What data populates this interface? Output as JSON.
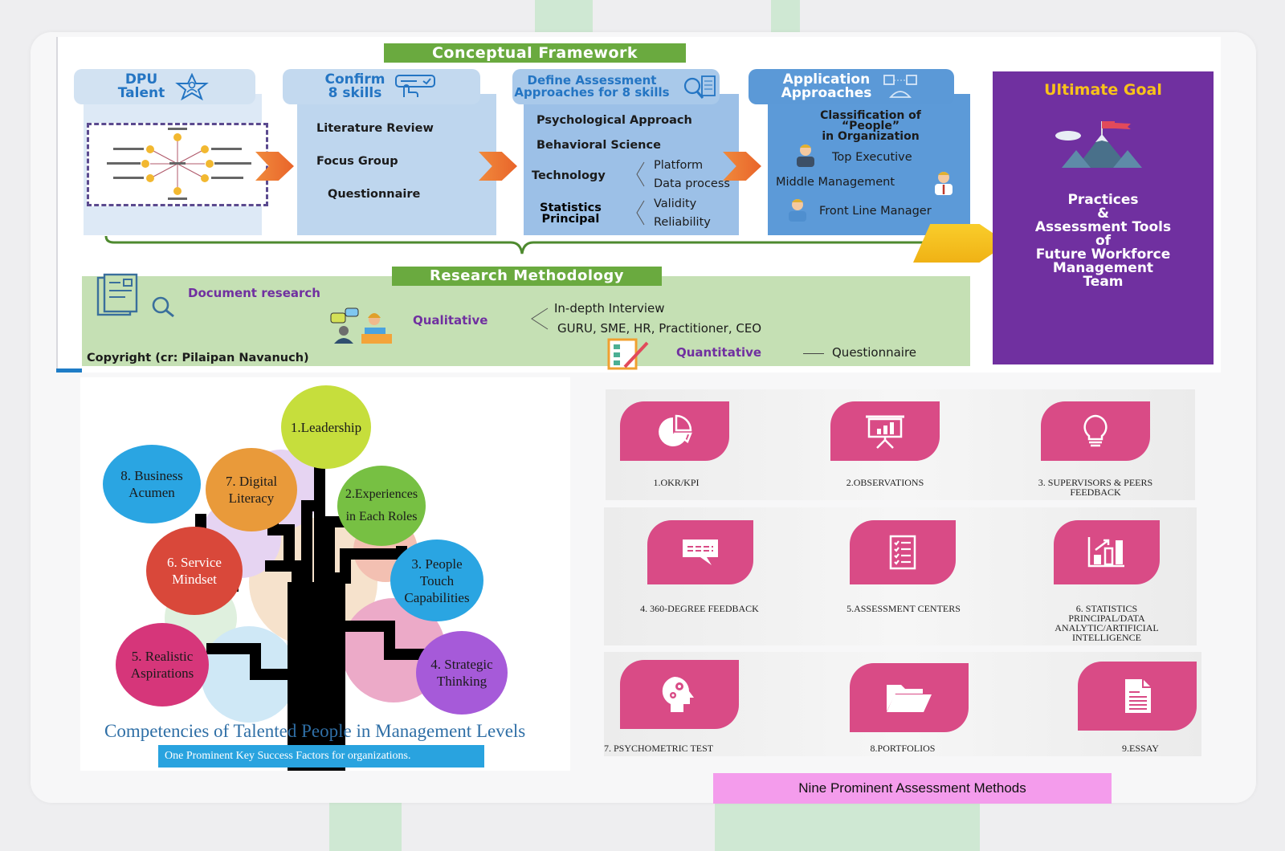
{
  "framework": {
    "title": "Conceptual Framework",
    "columns": [
      {
        "header": [
          "DPU",
          "Talent"
        ],
        "icon": "star-person-icon"
      },
      {
        "header": [
          "Confirm",
          "8 skills"
        ],
        "icon": "touch-form-icon",
        "items": [
          "Literature Review",
          "Focus Group",
          "Questionnaire"
        ]
      },
      {
        "header": [
          "Define Assessment",
          "Approaches for 8 skills"
        ],
        "icon": "search-document-icon",
        "items": {
          "psychological": "Psychological Approach",
          "behavioral": "Behavioral Science",
          "technology": "Technology",
          "technology_sub": [
            "Platform",
            "Data process"
          ],
          "statistics": [
            "Statistics",
            "Principal"
          ],
          "statistics_sub": [
            "Validity",
            "Reliability"
          ]
        }
      },
      {
        "header": [
          "Application",
          "Approaches"
        ],
        "icon": "network-people-icon",
        "classification": [
          "Classification of",
          "“People”",
          "in Organization"
        ],
        "levels": [
          "Top Executive",
          "Middle Management",
          "Front Line Manager"
        ]
      }
    ],
    "goal": {
      "title": "Ultimate Goal",
      "icon": "mountain-flag-icon",
      "body": [
        "Practices",
        "&",
        "Assessment Tools",
        "of",
        "Future Workforce",
        "Management",
        "Team"
      ]
    },
    "research": {
      "title": "Research Methodology",
      "document": "Document research",
      "qualitative": "Qualitative",
      "qualitative_items": [
        "In-depth Interview",
        "GURU, SME, HR, Practitioner, CEO"
      ],
      "quantitative": "Quantitative",
      "quantitative_item": "Questionnaire",
      "copyright": "Copyright (cr: Pilaipan Navanuch)"
    }
  },
  "tree": {
    "competencies": [
      {
        "label": [
          "1.Leadership"
        ],
        "color": "#c6de3c"
      },
      {
        "label": [
          "2.Experiences",
          "in Each Roles"
        ],
        "color": "#77c043"
      },
      {
        "label": [
          "3. People",
          "Touch",
          "Capabilities"
        ],
        "color": "#2aa5e2"
      },
      {
        "label": [
          "4. Strategic",
          "Thinking"
        ],
        "color": "#a65ad9"
      },
      {
        "label": [
          "5. Realistic",
          "Aspirations"
        ],
        "color": "#d6367a"
      },
      {
        "label": [
          "6. Service",
          "Mindset"
        ],
        "color": "#d9483a"
      },
      {
        "label": [
          "7. Digital",
          "Literacy"
        ],
        "color": "#e99a3a"
      },
      {
        "label": [
          "8. Business",
          "Acumen"
        ],
        "color": "#2aa5e2"
      }
    ],
    "caption": "Competencies of  Talented People in  Management Levels",
    "subcaption": "One Prominent Key Success Factors for organizations."
  },
  "methods": {
    "items": [
      {
        "label": [
          "1.OKR/KPI"
        ],
        "icon": "pie-chart-icon"
      },
      {
        "label": [
          "2.OBSERVATIONS"
        ],
        "icon": "presentation-board-icon"
      },
      {
        "label": [
          "3. SUPERVISORS & PEERS",
          "FEEDBACK"
        ],
        "icon": "lightbulb-icon"
      },
      {
        "label": [
          "4. 360-DEGREE FEEDBACK"
        ],
        "icon": "chat-bubble-icon"
      },
      {
        "label": [
          "5.ASSESSMENT CENTERS"
        ],
        "icon": "checklist-icon"
      },
      {
        "label": [
          "6. STATISTICS",
          "PRINCIPAL/DATA",
          "ANALYTIC/ARTIFICIAL",
          "INTELLIGENCE"
        ],
        "icon": "bar-chart-growth-icon"
      },
      {
        "label": [
          "7. PSYCHOMETRIC TEST"
        ],
        "icon": "head-gears-icon"
      },
      {
        "label": [
          "8.PORTFOLIOS"
        ],
        "icon": "open-folder-icon"
      },
      {
        "label": [
          "9.ESSAY"
        ],
        "icon": "document-icon"
      }
    ],
    "banner": "Nine Prominent Assessment Methods",
    "accent": "#d94b86"
  }
}
